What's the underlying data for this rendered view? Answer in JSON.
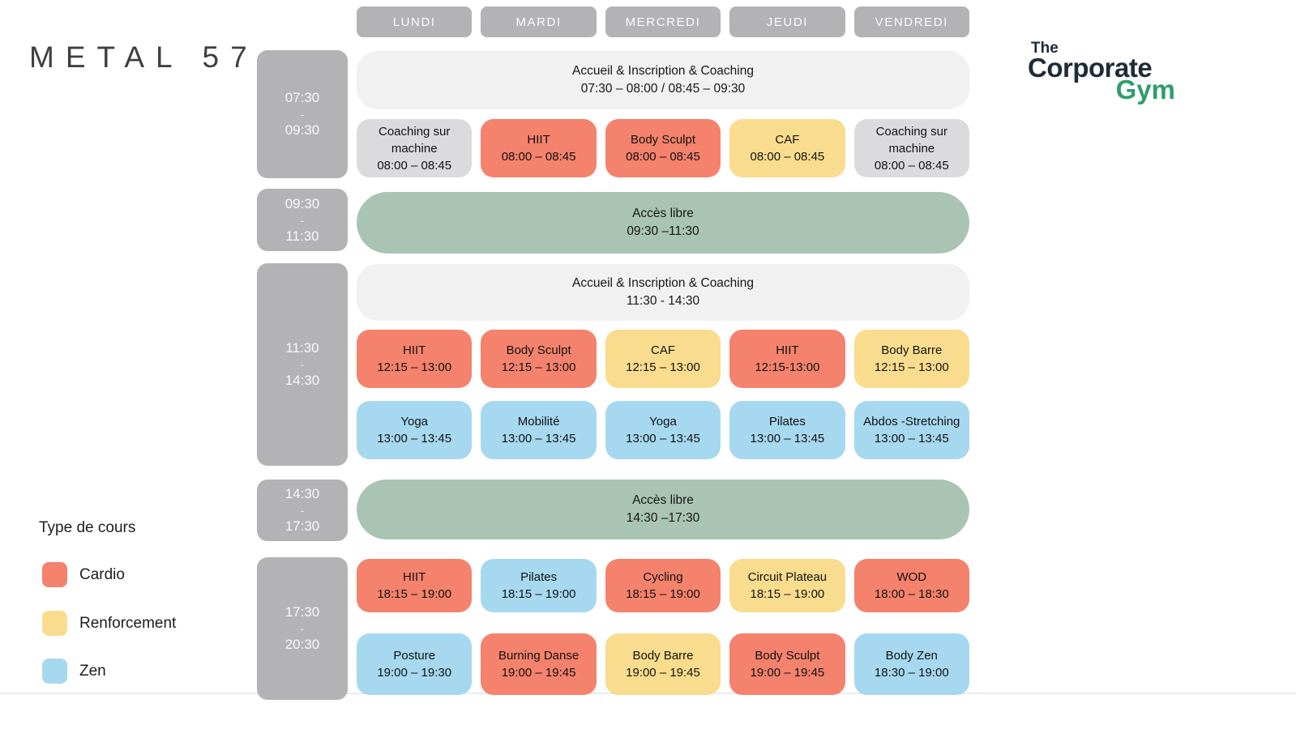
{
  "brand": {
    "metal57": "METAL 57",
    "corporate_gym": {
      "the": "The",
      "corporate": "Corporate",
      "gym": "Gym"
    }
  },
  "days": [
    "LUNDI",
    "MARDI",
    "MERCREDI",
    "JEUDI",
    "VENDREDI"
  ],
  "time_slots": [
    {
      "start": "07:30",
      "sep": "-",
      "end": "09:30"
    },
    {
      "start": "09:30",
      "sep": "-",
      "end": "11:30"
    },
    {
      "start": "11:30",
      "sep": "-",
      "end": "14:30"
    },
    {
      "start": "14:30",
      "sep": "-",
      "end": "17:30"
    },
    {
      "start": "17:30",
      "sep": "-",
      "end": "20:30"
    }
  ],
  "banners": [
    {
      "title": "Accueil & Inscription & Coaching",
      "time": "07:30 – 08:00 / 08:45 – 09:30"
    },
    {
      "title": "Accès libre",
      "time": "09:30 –11:30"
    },
    {
      "title": "Accueil & Inscription & Coaching",
      "time": "11:30 - 14:30"
    },
    {
      "title": "Accès libre",
      "time": "14:30 –17:30"
    }
  ],
  "schedule_rows": [
    {
      "cells": [
        {
          "name": "Coaching sur machine",
          "time": "08:00 – 08:45",
          "type": "machine"
        },
        {
          "name": "HIIT",
          "time": "08:00 – 08:45",
          "type": "cardio"
        },
        {
          "name": "Body Sculpt",
          "time": "08:00 – 08:45",
          "type": "cardio"
        },
        {
          "name": "CAF",
          "time": "08:00 – 08:45",
          "type": "renfo"
        },
        {
          "name": "Coaching sur machine",
          "time": "08:00 – 08:45",
          "type": "machine"
        }
      ]
    },
    {
      "cells": [
        {
          "name": "HIIT",
          "time": "12:15 – 13:00",
          "type": "cardio"
        },
        {
          "name": "Body Sculpt",
          "time": "12:15 – 13:00",
          "type": "cardio"
        },
        {
          "name": "CAF",
          "time": "12:15 – 13:00",
          "type": "renfo"
        },
        {
          "name": "HIIT",
          "time": "12:15-13:00",
          "type": "cardio"
        },
        {
          "name": "Body Barre",
          "time": "12:15 – 13:00",
          "type": "renfo"
        }
      ]
    },
    {
      "cells": [
        {
          "name": "Yoga",
          "time": "13:00 – 13:45",
          "type": "zen"
        },
        {
          "name": "Mobilité",
          "time": "13:00 – 13:45",
          "type": "zen"
        },
        {
          "name": "Yoga",
          "time": "13:00 – 13:45",
          "type": "zen"
        },
        {
          "name": "Pilates",
          "time": "13:00 – 13:45",
          "type": "zen"
        },
        {
          "name": "Abdos -Stretching",
          "time": "13:00 – 13:45",
          "type": "zen"
        }
      ]
    },
    {
      "cells": [
        {
          "name": "HIIT",
          "time": "18:15 – 19:00",
          "type": "cardio"
        },
        {
          "name": "Pilates",
          "time": "18:15 – 19:00",
          "type": "zen"
        },
        {
          "name": "Cycling",
          "time": "18:15 – 19:00",
          "type": "cardio"
        },
        {
          "name": "Circuit Plateau",
          "time": "18:15 – 19:00",
          "type": "renfo"
        },
        {
          "name": "WOD",
          "time": "18:00 – 18:30",
          "type": "cardio"
        }
      ]
    },
    {
      "cells": [
        {
          "name": "Posture",
          "time": "19:00 – 19:30",
          "type": "zen"
        },
        {
          "name": "Burning Danse",
          "time": "19:00 – 19:45",
          "type": "cardio"
        },
        {
          "name": "Body Barre",
          "time": "19:00 – 19:45",
          "type": "renfo"
        },
        {
          "name": "Body Sculpt",
          "time": "19:00 – 19:45",
          "type": "cardio"
        },
        {
          "name": "Body Zen",
          "time": "18:30 – 19:00",
          "type": "zen"
        }
      ]
    }
  ],
  "legend": {
    "title": "Type de cours",
    "items": [
      {
        "label": "Cardio",
        "type": "cardio"
      },
      {
        "label": "Renforcement",
        "type": "renfo"
      },
      {
        "label": "Zen",
        "type": "zen"
      }
    ]
  },
  "colors": {
    "cardio": "#F4826C",
    "renfo": "#FADC8E",
    "zen": "#A6D8F0",
    "acces": "#AAC4B3",
    "gray": "#B3B3B6",
    "machine": "#DBDBDD",
    "banner": "#F1F1F2",
    "navy": "#1E2B39",
    "brandgreen": "#2F9E6A"
  }
}
